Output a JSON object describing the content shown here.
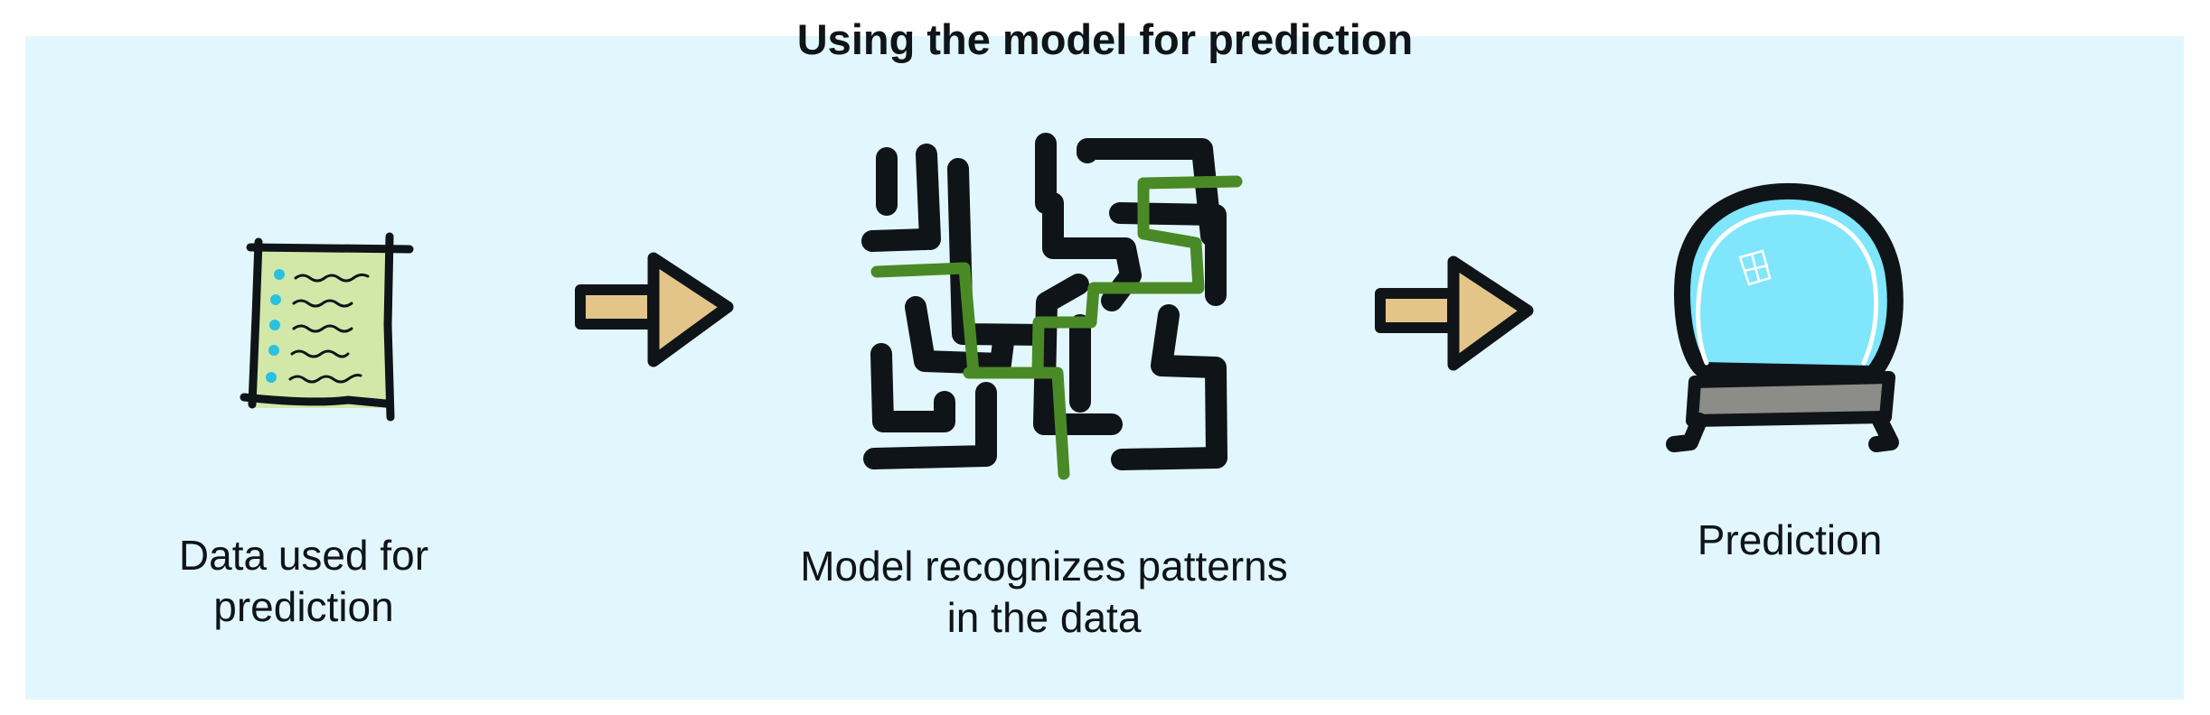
{
  "title": "Using the model for prediction",
  "steps": [
    {
      "label_line1": "Data used for",
      "label_line2": "prediction",
      "icon": "document-icon"
    },
    {
      "label_line1": "Model recognizes patterns",
      "label_line2": "in the data",
      "icon": "maze-icon"
    },
    {
      "label_line1": "Prediction",
      "label_line2": "",
      "icon": "crystal-ball-icon"
    }
  ],
  "colors": {
    "background": "#e2f7fd",
    "ink": "#0f1418",
    "paper": "#d2e8a8",
    "bullet": "#2bc0e0",
    "maze_path": "#4a8a26",
    "arrow_fill": "#e3c58a",
    "glass": "#7fe6fb",
    "stand": "#8c8d88"
  }
}
